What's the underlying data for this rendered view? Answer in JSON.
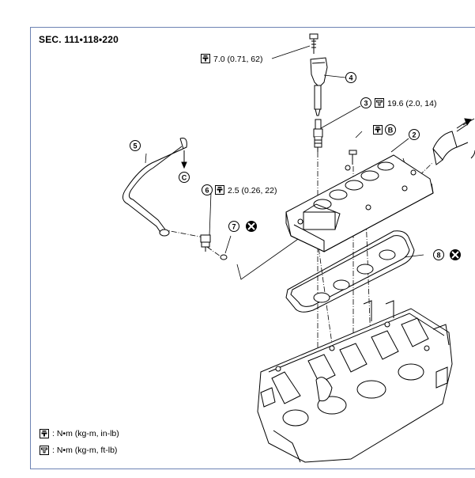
{
  "section_code": "SEC. 111•118•220",
  "callouts": [
    {
      "number": "2"
    },
    {
      "number": "3"
    },
    {
      "number": "4"
    },
    {
      "number": "5"
    },
    {
      "number": "6"
    },
    {
      "number": "7"
    },
    {
      "number": "8"
    }
  ],
  "letter_callouts": [
    {
      "letter": "B"
    },
    {
      "letter": "C"
    }
  ],
  "torque_specs": [
    {
      "part": "4",
      "value": "7.0 (0.71, 62)",
      "unit_icon": "torque-in-lb-icon"
    },
    {
      "part": "3",
      "value": "19.6 (2.0, 14)",
      "unit_icon": "torque-ft-lb-icon"
    },
    {
      "part": "6",
      "value": "2.5 (0.26, 22)",
      "unit_icon": "torque-in-lb-icon"
    }
  ],
  "legend": [
    {
      "icon": "torque-in-lb-icon",
      "text": ": N•m (kg-m, in-lb)"
    },
    {
      "icon": "torque-ft-lb-icon",
      "text": ": N•m (kg-m, ft-lb)"
    }
  ],
  "colors": {
    "frame": "#6d83b3",
    "ink": "#000000"
  }
}
